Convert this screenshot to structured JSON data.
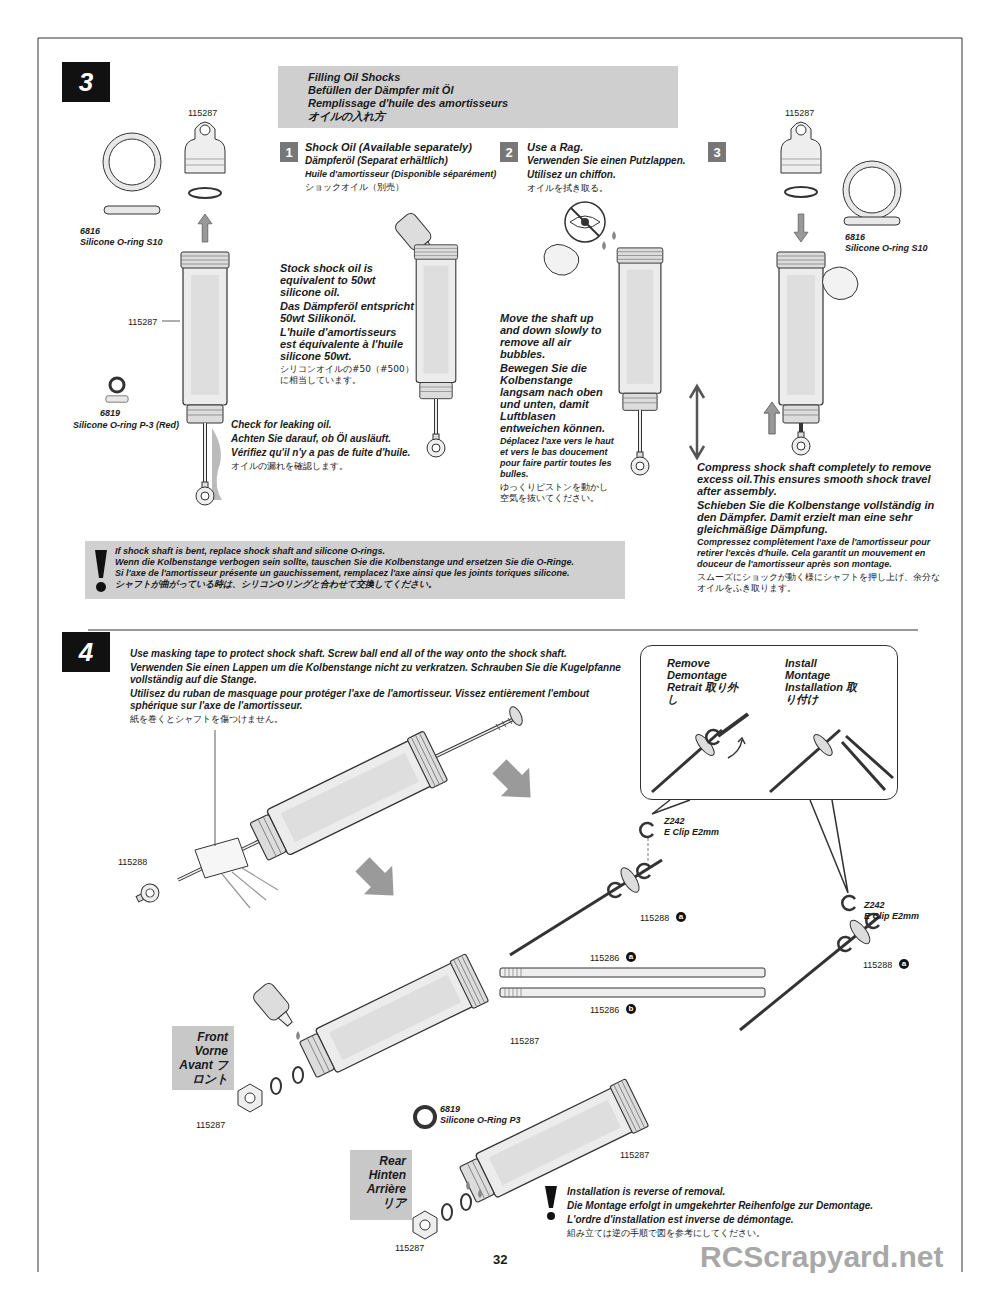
{
  "diagram": {
    "nodes": [
      {
        "text": [
          "3"
        ]
      },
      {
        "text": [
          "Filling Oil Shocks",
          "Befüllen der Dämpfer mit Öl",
          "Remplissage d'huile des amortisseurs",
          "オイルの入れ方"
        ]
      },
      {
        "text": [
          "1"
        ]
      },
      {
        "text": [
          "2"
        ]
      },
      {
        "text": [
          "3"
        ]
      },
      {
        "text": [
          "If shock shaft is bent, replace shock shaft and silicone O-rings.",
          "Wenn die Kolbenstange verbogen sein sollte, tauschen Sie die Kolbenstange und ersetzen Sie die O-Ringe.",
          "Si l'axe de l'amortisseur présente un gauchissement, remplacez l'axe ainsi que les joints toriques silicone.",
          "シャフトが曲がっている時は、シリコンOリングと合わせて交換してください。"
        ]
      },
      {
        "text": [
          "4"
        ]
      },
      {
        "text": [
          "Remove Demontage Retrait 取り外し",
          "Install Montage Installation 取り付け"
        ]
      },
      {
        "text": [
          "Front Vorne Avant フロント"
        ]
      },
      {
        "text": [
          "Rear Hinten Arrière リア"
        ]
      }
    ],
    "labels": [
      "115287",
      "6816",
      "Silicone O-ring S10",
      "115287",
      "6819",
      "Silicone O-ring P-3 (Red)",
      "Check for leaking oil.",
      "Achten Sie darauf, ob Öl ausläuft.",
      "Vérifiez qu'il n'y a pas de fuite d'huile.",
      "オイルの漏れを確認します。",
      "Shock Oil (Available separately)",
      "Dämpferöl (Separat erhältlich)",
      "Huile d'amortisseur (Disponible séparément)",
      "ショックオイル（別売）",
      "Stock shock oil is equivalent to 50wt silicone oil.",
      "Das Dämpferöl entspricht 50wt Silikonöl.",
      "L'huile d'amortisseurs est équivalente à l'huile silicone 50wt.",
      "シリコンオイルの#50（#500）に相当しています。",
      "Use a Rag.",
      "Verwenden Sie einen Putzlappen.",
      "Utilisez un chiffon.",
      "オイルを拭き取る。",
      "Move the shaft up and down slowly to remove all air bubbles.",
      "Bewegen Sie die Kolbenstange langsam nach oben und unten, damit Luftblasen entweichen können.",
      "Déplacez l'axe vers le haut et vers le bas doucement pour faire partir toutes les bulles.",
      "ゆっくりピストンを動かし空気を抜いてください。",
      "115287",
      "6816",
      "Silicone O-ring S10",
      "Compress shock shaft completely to remove excess oil.This ensures smooth shock travel after assembly.",
      "Schieben Sie die Kolbenstange vollständig in den Dämpfer. Damit erzielt man eine sehr gleichmäßige Dämpfung.",
      "Compressez complètement l'axe de l'amortisseur pour retirer l'excès d'huile. Cela garantit un mouvement en douceur de l'amortisseur après son montage.",
      "スムーズにショックが動く様にシャフトを押し上げ、余分なオイルをふき取ります。",
      "Use masking tape to protect shock shaft. Screw ball end all of the way onto the shock shaft.",
      "Verwenden Sie einen Lappen um die Kolbenstange nicht zu verkratzen. Schrauben Sie die Kugelpfanne vollständig auf die Stange.",
      "Utilisez du ruban de masquage pour protéger l'axe de l'amortisseur. Vissez entièrement l'embout sphérique sur l'axe de l'amortisseur.",
      "紙を巻くとシャフトを傷つけません。",
      "115288",
      "Z242",
      "E Clip E2mm",
      "115288",
      "a",
      "115286",
      "a",
      "115286",
      "b",
      "115287",
      "115287",
      "6819",
      "Silicone O-Ring P3",
      "115287",
      "115287",
      "Z242",
      "E Clip E2mm",
      "115288",
      "a",
      "Installation is reverse of removal.",
      "Die Montage erfolgt in umgekehrter Reihenfolge zur Demontage.",
      "L'ordre d'installation est inverse de démontage.",
      "組み立ては逆の手順で図を参考にしてください。",
      "32",
      "RCScrapyard.net"
    ]
  }
}
